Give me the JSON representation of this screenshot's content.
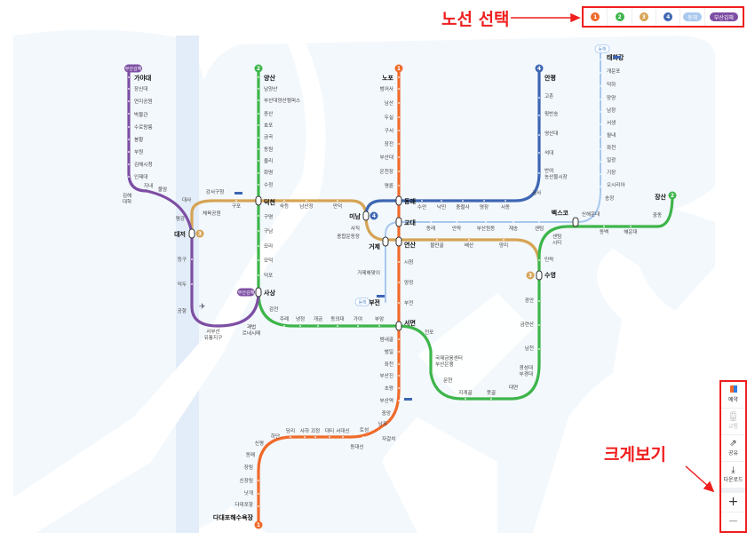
{
  "annotations": {
    "line_select": "노선 선택",
    "zoom_view": "크게보기"
  },
  "colors": {
    "l1": "#f06a2a",
    "l2": "#3db54a",
    "l3": "#d6a455",
    "l4": "#3d66b3",
    "donghae": "#a8c8ee",
    "gimhae": "#7d4ea3",
    "water": "#eaf2fb"
  },
  "line_picker": [
    {
      "label": "1",
      "color": "#f06a2a"
    },
    {
      "label": "2",
      "color": "#3db54a"
    },
    {
      "label": "3",
      "color": "#d6a455"
    },
    {
      "label": "4",
      "color": "#3d66b3"
    },
    {
      "label": "동해",
      "color": "#a8c8ee"
    },
    {
      "label": "부산김해",
      "color": "#7d4ea3"
    }
  ],
  "badges": {
    "l1": "1",
    "l2": "2",
    "l3": "3",
    "l4": "4",
    "donghae": "동해",
    "gimhae": "부산김해"
  },
  "lines": {
    "l1": [
      "노포",
      "범어사",
      "남산",
      "두실",
      "구서",
      "장전",
      "부산대",
      "온천장",
      "명륜",
      "시청",
      "양정",
      "부전",
      "범내골",
      "범일",
      "좌천",
      "부산진",
      "초량",
      "부산역",
      "중앙",
      "남포",
      "자갈치",
      "토성",
      "동대신",
      "서대신",
      "대티",
      "괴정",
      "사하",
      "당리",
      "하단",
      "신평",
      "동매",
      "장림",
      "신장림",
      "낫개",
      "다대포항",
      "다대포해수욕장"
    ],
    "l2": [
      "양산",
      "남양산",
      "부산대양산캠퍼스",
      "증산",
      "호포",
      "금곡",
      "동원",
      "율리",
      "화명",
      "수정",
      "구명",
      "구남",
      "모라",
      "모덕",
      "덕포",
      "감전",
      "주례",
      "냉정",
      "개금",
      "동의대",
      "가야",
      "부암",
      "전포",
      "국제금융센터",
      "부산은행",
      "문현",
      "지게골",
      "못골",
      "대연",
      "경성대",
      "부경대",
      "남천",
      "금련산",
      "광안",
      "민락",
      "센텀",
      "시티",
      "동백",
      "해운대",
      "중동",
      "장산"
    ],
    "l3": [
      "강서구청",
      "체육공원",
      "구포",
      "숙등",
      "남산정",
      "만덕",
      "사직",
      "종합운동장",
      "물만골",
      "배산",
      "망미"
    ],
    "l4": [
      "수안",
      "낙민",
      "충렬사",
      "명장",
      "서동",
      "금사",
      "반여",
      "농산물시장",
      "석대",
      "영산대",
      "윗반송",
      "고촌",
      "안평"
    ],
    "donghae": [
      "동래",
      "안락",
      "부산원동",
      "재송",
      "센텀",
      "신해운대",
      "송정",
      "오시리아",
      "기장",
      "일광",
      "좌천",
      "월내",
      "서생",
      "남창",
      "망양",
      "덕하",
      "개운포",
      "태화강",
      "거제해맞이"
    ],
    "gimhae": [
      "가야대",
      "장신대",
      "연지공원",
      "박물관",
      "수로왕릉",
      "봉황",
      "부원",
      "김해시청",
      "인제대",
      "김해",
      "대학",
      "지내",
      "불암",
      "대사",
      "평강",
      "등구",
      "덕두",
      "공항",
      "서부산",
      "유통지구",
      "괘법",
      "르네시떼"
    ],
    "transfers": [
      "덕천",
      "미남",
      "동래",
      "교대",
      "연산",
      "거제",
      "대저",
      "사상",
      "서면",
      "수영",
      "벡스코",
      "부전"
    ]
  },
  "toolbar": [
    {
      "label": "예약",
      "icon": "calendar-color-icon",
      "enabled": true
    },
    {
      "label": "교통",
      "icon": "train-icon",
      "enabled": false
    },
    {
      "label": "공유",
      "icon": "share-icon",
      "enabled": true
    },
    {
      "label": "다운로드",
      "icon": "download-icon",
      "enabled": true
    }
  ],
  "zoom": {
    "in": "+",
    "out": "−"
  }
}
